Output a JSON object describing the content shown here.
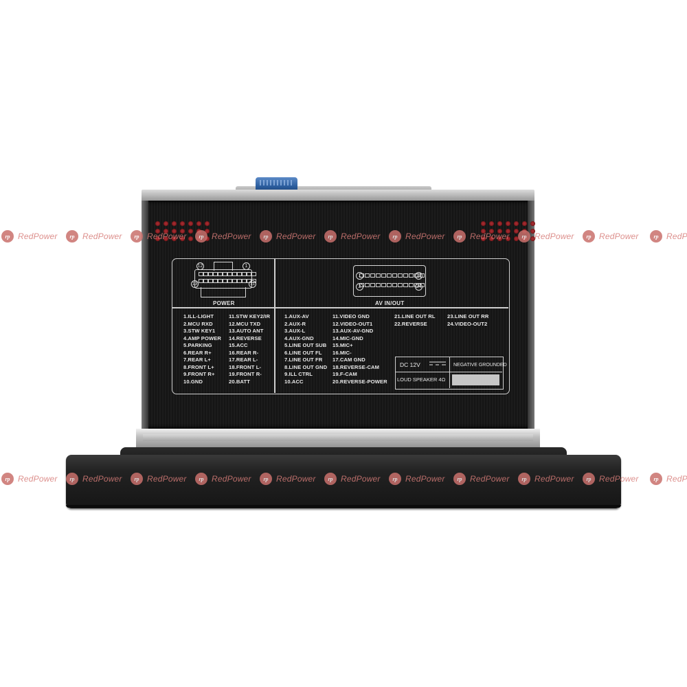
{
  "watermark": {
    "brand_a": "Red",
    "brand_b": "Power",
    "logo": "rp"
  },
  "panel": {
    "power_title": "POWER",
    "av_title": "AV IN/OUT",
    "power_pins_start": "1",
    "power_pins_end": "11",
    "power_pins_mid": "12",
    "power_pins_top": "13",
    "av_pin_a": "1",
    "av_pin_b": "2",
    "av_pin_c": "13",
    "av_pin_d": "24",
    "power_list_1": [
      "1.ILL-LIGHT",
      "2.MCU RXD",
      "3.STW KEY1",
      "4.AMP POWER",
      "5.PARKING",
      "6.REAR R+",
      "7.REAR L+",
      "8.FRONT L+",
      "9.FRONT R+",
      "10.GND"
    ],
    "power_list_2": [
      "11.STW KEY2/IR",
      "12.MCU TXD",
      "13.AUTO ANT",
      "14.REVERSE",
      "15.ACC",
      "16.REAR R-",
      "17.REAR L-",
      "18.FRONT L-",
      "19.FRONT R-",
      "20.BATT"
    ],
    "av_list_1": [
      "1.AUX-AV",
      "2.AUX-R",
      "3.AUX-L",
      "4.AUX-GND",
      "5.LINE OUT SUB",
      "6.LINE OUT FL",
      "7.LINE OUT FR",
      "8.LINE OUT GND",
      "9.ILL CTRL",
      "10.ACC"
    ],
    "av_list_2": [
      "11.VIDEO GND",
      "12.VIDEO-OUT1",
      "13.AUX-AV-GND",
      "14.MIC-GND",
      "15.MIC+",
      "16.MIC-",
      "17.CAM GND",
      "18.REVERSE-CAM",
      "19.F-CAM",
      "20.REVERSE-POWER"
    ],
    "av_list_3": [
      "21.LINE OUT RL",
      "22.REVERSE"
    ],
    "av_list_4": [
      "23.LINE OUT RR",
      "24.VIDEO-OUT2"
    ],
    "spec_dc": "DC 12V",
    "spec_negative": "NEGATIVE GROUNDED",
    "spec_speaker": "LOUD SPEAKER  4Ω"
  }
}
